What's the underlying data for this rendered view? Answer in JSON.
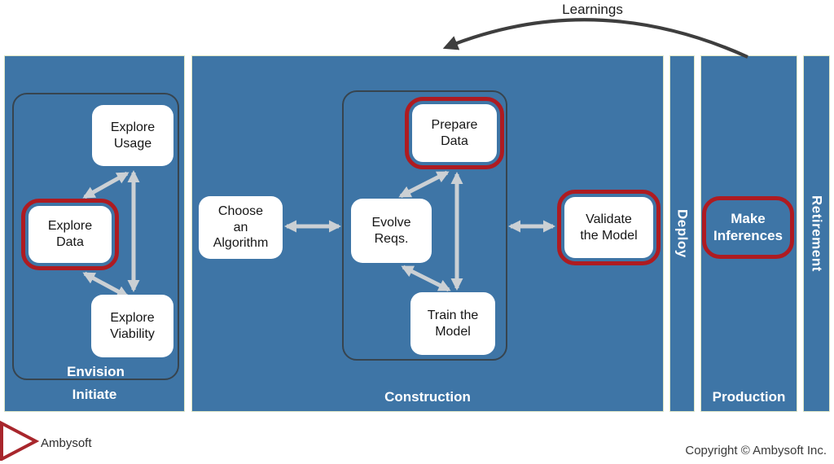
{
  "diagram": {
    "learnings_label": "Learnings",
    "phases": {
      "initiate": "Initiate",
      "envision": "Envision",
      "construction": "Construction",
      "deploy": "Deploy",
      "production": "Production",
      "retirement": "Retirement"
    },
    "activities": {
      "explore_usage": "Explore\nUsage",
      "explore_data": "Explore\nData",
      "explore_viability": "Explore\nViability",
      "choose_an_algorithm": "Choose\nan\nAlgorithm",
      "evolve_reqs": "Evolve\nReqs.",
      "prepare_data": "Prepare\nData",
      "train_the_model": "Train the\nModel",
      "validate_the_model": "Validate\nthe Model",
      "make_inferences": "Make\nInferences"
    },
    "highlighted_activities": [
      "explore_data",
      "prepare_data",
      "validate_the_model",
      "make_inferences"
    ],
    "colors": {
      "phase_blue": "#3E75A6",
      "highlight_red": "#AE1B21",
      "arrow_gray": "#CBD0D4",
      "group_border": "#37444E",
      "learnings_arrow": "#3E3E3E"
    }
  },
  "footer": {
    "logo_text": "Ambysoft",
    "copyright": "Copyright © Ambysoft Inc."
  }
}
